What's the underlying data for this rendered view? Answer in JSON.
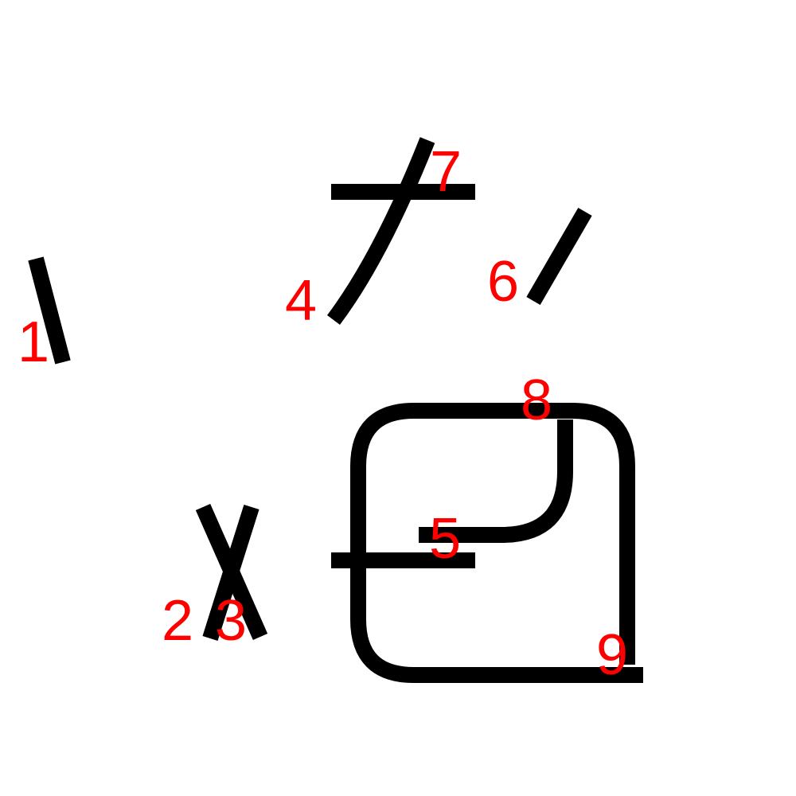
{
  "diagram": {
    "stroke_color": "#000000",
    "label_color": "#ff0000",
    "strokes": [
      {
        "order": 1,
        "label": "1"
      },
      {
        "order": 2,
        "label": "2"
      },
      {
        "order": 3,
        "label": "3"
      },
      {
        "order": 4,
        "label": "4"
      },
      {
        "order": 5,
        "label": "5"
      },
      {
        "order": 6,
        "label": "6"
      },
      {
        "order": 7,
        "label": "7"
      },
      {
        "order": 8,
        "label": "8"
      },
      {
        "order": 9,
        "label": "9"
      }
    ]
  }
}
